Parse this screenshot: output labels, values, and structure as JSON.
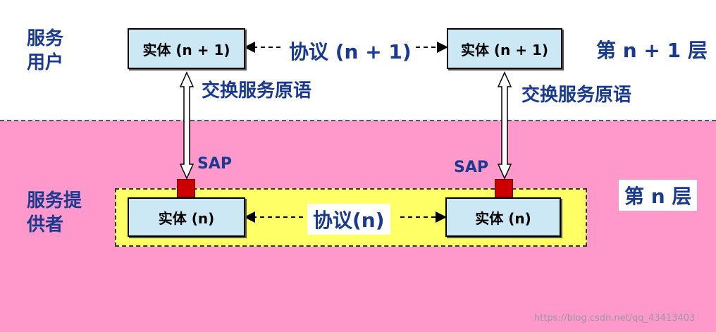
{
  "labels": {
    "service_user": [
      "服务",
      "用户"
    ],
    "service_provider": [
      "服务提",
      "供者"
    ],
    "layer_upper": "第 n + 1 层",
    "layer_lower": "第 n 层",
    "entity_upper": "实体 (n + 1)",
    "entity_lower": "实体 (n)",
    "protocol_upper": "协议 (n + 1)",
    "protocol_lower": "协议(n)",
    "exchange_primitive": "交换服务原语",
    "sap": "SAP",
    "watermark": "https://blog.csdn.net/qq_43413403"
  },
  "colors": {
    "provider_area": "#ff99cc",
    "layer_n_box": "#ffff66",
    "entity_fill": "#cce8f4",
    "sap": "#cc0000",
    "label_text": "#1a3a8f"
  }
}
